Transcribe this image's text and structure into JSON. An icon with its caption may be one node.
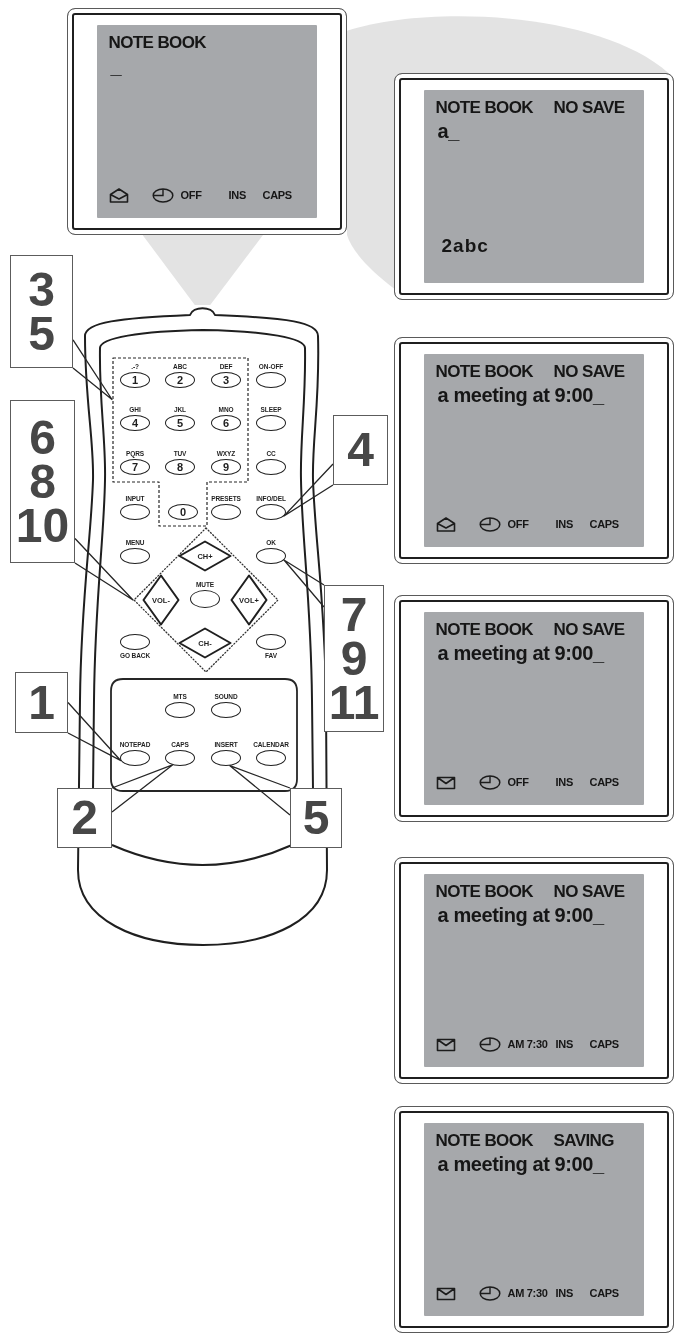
{
  "diagram": {
    "nodes": [
      {
        "text": [
          "NOTE BOOK",
          "_",
          "OFF",
          "INS",
          "CAPS"
        ]
      },
      {
        "text": [
          "3 5"
        ]
      },
      {
        "text": [],
        "shape": "picture"
      },
      {
        "text": [],
        "shape": "box",
        "in": 2
      },
      {
        "text": [
          ".-?",
          "1"
        ],
        "in": 3
      },
      {
        "text": [
          "ABC",
          "2"
        ],
        "in": 3
      },
      {
        "text": [
          "DEF",
          "3"
        ],
        "in": 3
      },
      {
        "text": [
          "ON-OFF"
        ],
        "in": 2
      },
      {
        "text": [
          "GHI",
          "4"
        ],
        "in": 3
      },
      {
        "text": [
          "JKL",
          "5"
        ],
        "in": 3
      },
      {
        "text": [
          "MNO",
          "6"
        ],
        "in": 3
      },
      {
        "text": [
          "SLEEP"
        ],
        "in": 2
      },
      {
        "text": [
          "PQRS",
          "7"
        ],
        "in": 3
      },
      {
        "text": [
          "TUV",
          "8"
        ],
        "in": 3
      },
      {
        "text": [
          "WXYZ",
          "9"
        ],
        "in": 3
      },
      {
        "text": [
          "CC"
        ],
        "in": 2
      },
      {
        "text": [
          "4"
        ]
      },
      {
        "text": [
          "6 8 10"
        ]
      },
      {
        "text": [
          "INPUT"
        ],
        "in": 2
      },
      {
        "text": [
          "0"
        ],
        "in": 3
      },
      {
        "text": [
          "PRESETS"
        ],
        "in": 2
      },
      {
        "text": [
          "INFO/DEL"
        ],
        "in": 2
      },
      {
        "text": [
          "MENU"
        ],
        "in": 2
      },
      {
        "text": [],
        "shape": "diamond",
        "in": 2
      },
      {
        "text": [
          "CH+"
        ],
        "in": 23
      },
      {
        "text": [
          "OK"
        ],
        "in": 2
      },
      {
        "text": [
          "VOL-"
        ],
        "in": 23
      },
      {
        "text": [
          "MUTE"
        ],
        "in": 23
      },
      {
        "text": [
          "VOL+"
        ],
        "in": 23
      },
      {
        "text": [
          "7 9 11"
        ]
      },
      {
        "text": [
          "GO BACK"
        ],
        "in": 2
      },
      {
        "text": [
          "CH-"
        ],
        "in": 23
      },
      {
        "text": [
          "FAV"
        ],
        "in": 2
      },
      {
        "text": [],
        "shape": "box",
        "in": 2
      },
      {
        "text": [
          "MTS"
        ],
        "in": 33
      },
      {
        "text": [
          "SOUND"
        ],
        "in": 33
      },
      {
        "text": [
          "1"
        ]
      },
      {
        "text": [
          "NOTEPAD"
        ],
        "in": 33
      },
      {
        "text": [
          "CAPS"
        ],
        "in": 33
      },
      {
        "text": [
          "INSERT"
        ],
        "in": 33
      },
      {
        "text": [
          "CALENDAR"
        ],
        "in": 33
      },
      {
        "text": [
          "2"
        ]
      },
      {
        "text": [
          "5"
        ]
      },
      {
        "text": [
          "NOTE BOOK",
          "NO SAVE",
          "a_",
          "2abc"
        ]
      },
      {
        "text": [
          "NOTE BOOK",
          "NO SAVE",
          "a meeting at 9:00_",
          "OFF",
          "INS",
          "CAPS"
        ]
      },
      {
        "text": [
          "NOTE BOOK",
          "NO SAVE",
          "a meeting at 9:00_",
          "OFF",
          "INS",
          "CAPS"
        ]
      },
      {
        "text": [
          "NOTE BOOK",
          "NO SAVE",
          "a meeting at 9:00_",
          "AM 7:30",
          "INS",
          "CAPS"
        ]
      },
      {
        "text": [
          "NOTE BOOK",
          "SAVING",
          "a meeting at 9:00_",
          "AM 7:30",
          "INS",
          "CAPS"
        ]
      }
    ],
    "edges": [
      {
        "from": 2,
        "to": 0,
        "arrow": "none",
        "style": "thick",
        "color": "#e3e3e3"
      },
      {
        "from": 0,
        "to": 43,
        "arrow": "none",
        "style": "thick",
        "color": "#e3e3e3"
      },
      {
        "from": 1,
        "to": 3,
        "arrow": "none"
      },
      {
        "from": 16,
        "to": 21,
        "arrow": "none"
      },
      {
        "from": 17,
        "to": 23,
        "arrow": "none"
      },
      {
        "from": 29,
        "to": 25,
        "arrow": "none"
      },
      {
        "from": 36,
        "to": 37,
        "arrow": "none"
      },
      {
        "from": 41,
        "to": 38,
        "arrow": "none"
      },
      {
        "from": 42,
        "to": 39,
        "arrow": "none"
      }
    ]
  }
}
